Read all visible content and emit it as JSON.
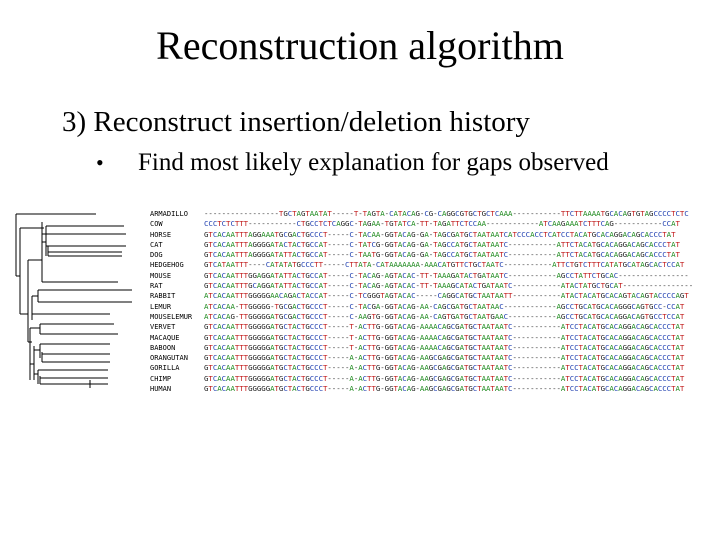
{
  "slide": {
    "title": "Reconstruction algorithm",
    "heading": "3) Reconstruct insertion/deletion history",
    "bullet_mark": "•",
    "bullet_text": "Find most likely explanation for gaps observed"
  },
  "alignment": {
    "colors": {
      "A": "#1e8a1e",
      "C": "#1f3fb0",
      "G": "#222222",
      "T": "#c01818",
      "gap": "#333333"
    },
    "rows": [
      {
        "name": "ARMADILLO",
        "sequence": "-----------------TGCTAGTAATAT-----T-TAGTA-CATACAG-CG-CAGGCGTGCTGCTCAAA-----------TTCTTAAAATGCACAGTGTAGCCCCTCTC"
      },
      {
        "name": "COW",
        "sequence": "CCCTCTCTTT-----------CTGCCTCTCAGGC-TAGAA-TGTATCA-TT-TAGATTCTCCAA------------ATCAAGAAATCTTTCAG-----------CCAT"
      },
      {
        "name": "HORSE",
        "sequence": "GTCACAATTTAGGAAATGCGACTGCCCT-----C-TACAA-GGTACAG-GA-TAGCGATGCTAATAATCATCCCACCTCATCCTACATGCACAGGACAGCACCCTAT"
      },
      {
        "name": "CAT",
        "sequence": "GTCACAATTTAGGGGATACTACTGCCAT-----C-TATCG-GGTACAG-GA-TAGCCATGCTAATAATC-----------ATTCTACATGCACAGGACAGCACCCTAT"
      },
      {
        "name": "DOG",
        "sequence": "GTCACAATTTAGGGGATATTACTGCCAT-----C-TAATG-GGTACAG-GA-TAGCCATGCTAATAATC-----------ATTCTACATGCACAGGACAGCACCCTAT"
      },
      {
        "name": "HEDGEHOG",
        "sequence": "GTCATAATTT----CATATATGCCCTT-----CTTATA-CATAAAAAAA-AAACATGTTCTGCTAATC-----------ATTCTGTCTTTCATATGCATAGCACTCCAT"
      },
      {
        "name": "MOUSE",
        "sequence": "GTCACAATTTGGAGGATATTACTGCCAT-----C-TACAG-AGTACAC-TT-TAAAGATACTGATAATC-----------AGCCTATTCTGCAC----------------"
      },
      {
        "name": "RAT",
        "sequence": "GTCACAATTTGCAGGATATTACTGCCAT-----C-TACAG-AGTACAC-TT-TAAAGCATACTGATAATC-----------ATACTATGCTGCAT----------------"
      },
      {
        "name": "RABBIT",
        "sequence": "ATCACAATTTGGGGGAACAGACTACCAT-----C-TCGGGTAGTACAC-----CAGGCATGCTAATAATT-----------ATACTACATGCACAGTACAGTACCCCAGT"
      },
      {
        "name": "LEMUR",
        "sequence": "ATCACAA-TTGGGGG-TGCGACTGCCCT-----C-TACGA-GGTACAG-AA-CAGCGATGCTAATAAC------------AGCCTGCATGCACAGGGCAGTGCC-CCAT"
      },
      {
        "name": "MOUSELEMUR",
        "sequence": "ATCACAG-TTGGGGGATGCGACTGCCCT-----C-AAGTG-GGTACAG-AA-CAGTGATGCTAATGAAC-----------AGCCTGCATGCACAGGACAGTGCCTCCAT"
      },
      {
        "name": "VERVET",
        "sequence": "GTCACAATTTGGGGGATGCTACTGCCCT-----T-ACTTG-GGTACAG-AAAACAGCGATGCTAATAATC-----------ATCCTACATGCACAGGACAGCACCCTAT"
      },
      {
        "name": "MACAQUE",
        "sequence": "GTCACAATTTGGGGGATGCTACTGCCCT-----T-ACTTG-GGTACAG-AAAACAGCGATGCTAATAATC-----------ATCCTACATGCACAGGACAGCACCCTAT"
      },
      {
        "name": "BABOON",
        "sequence": "GTCACAATTTGGGGGATGCTACTGCCCT-----T-ACTTG-GGTACAG-AAAACAGCGATGCTAATAATC-----------ATCCTACATGCACAGGACAGCACCCTAT"
      },
      {
        "name": "ORANGUTAN",
        "sequence": "GTCACAATTTGGGGGATGCTACTGCCCT-----A-ACTTG-GGTACAG-AAGCGAGCGATGCTAATAATC-----------ATCCTACATGCACAGGACAGCACCCTAT"
      },
      {
        "name": "GORILLA",
        "sequence": "GTCACAATTTGGGGGATGCTACTGCCCT-----A-ACTTG-GGTACAG-AAGCGAGCGATGCTAATAATC-----------ATCCTACATGCACAGGACAGCACCCTAT"
      },
      {
        "name": "CHIMP",
        "sequence": "GTCACAATTTGGGGGATGCTACTGCCCT-----A-ACTTG-GGTACAG-AAGCGAGCGATGCTAATAATC-----------ATCCTACATGCACAGGACAGCACCCTAT"
      },
      {
        "name": "HUMAN",
        "sequence": "GTCACAATTTGGGGGATGCTACTGCCCT-----A-ACTTG-GGTACAG-AAGCGAGCGATGCTAATAATC-----------ATCCTACATGCACAGGACAGCACCCTAT"
      }
    ]
  }
}
